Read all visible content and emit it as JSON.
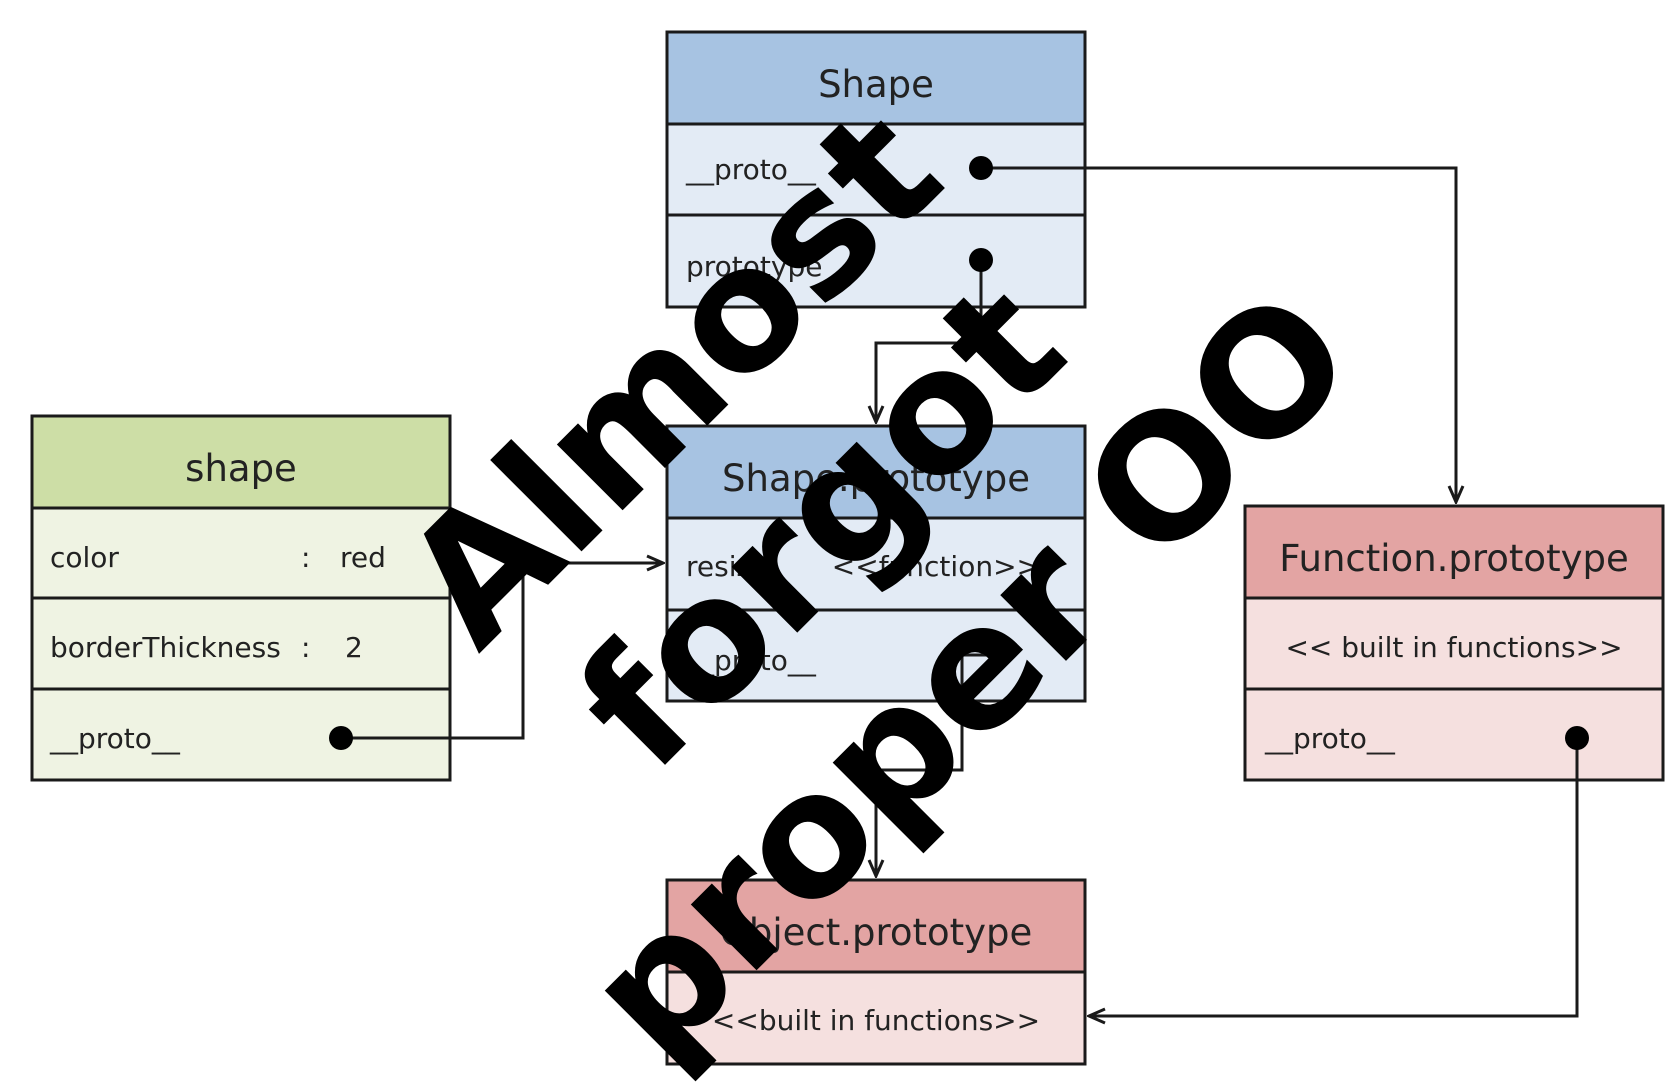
{
  "colors": {
    "blue_header": "#a7c3e2",
    "blue_body": "#e3ebf5",
    "green_header": "#cddea6",
    "green_body": "#eff3e3",
    "red_header": "#e3a4a3",
    "red_body": "#f5e0df",
    "outline": "#1a1a1a"
  },
  "boxes": {
    "shape_ctor": {
      "title": "Shape",
      "rows": [
        {
          "label": "__proto__",
          "value": ""
        },
        {
          "label": "prototype",
          "value": ""
        }
      ]
    },
    "shape_proto": {
      "title": "Shape.prototype",
      "rows": [
        {
          "label": "resize",
          "value": "<<function>>"
        },
        {
          "label": "__proto__",
          "value": ""
        }
      ]
    },
    "shape_obj": {
      "title": "shape",
      "rows": [
        {
          "label": "color",
          "sep": ":",
          "value": "red"
        },
        {
          "label": "borderThickness",
          "sep": ":",
          "value": "2"
        },
        {
          "label": "__proto__",
          "value": ""
        }
      ]
    },
    "function_proto": {
      "title": "Function.prototype",
      "rows": [
        {
          "label": "<< built in functions>>"
        },
        {
          "label": "__proto__"
        }
      ]
    },
    "object_proto": {
      "title": "Object.prototype",
      "rows": [
        {
          "label": "<<built in functions>>"
        }
      ]
    }
  },
  "watermark": {
    "lines": [
      "Almost",
      "forgot",
      "proper OO"
    ]
  }
}
